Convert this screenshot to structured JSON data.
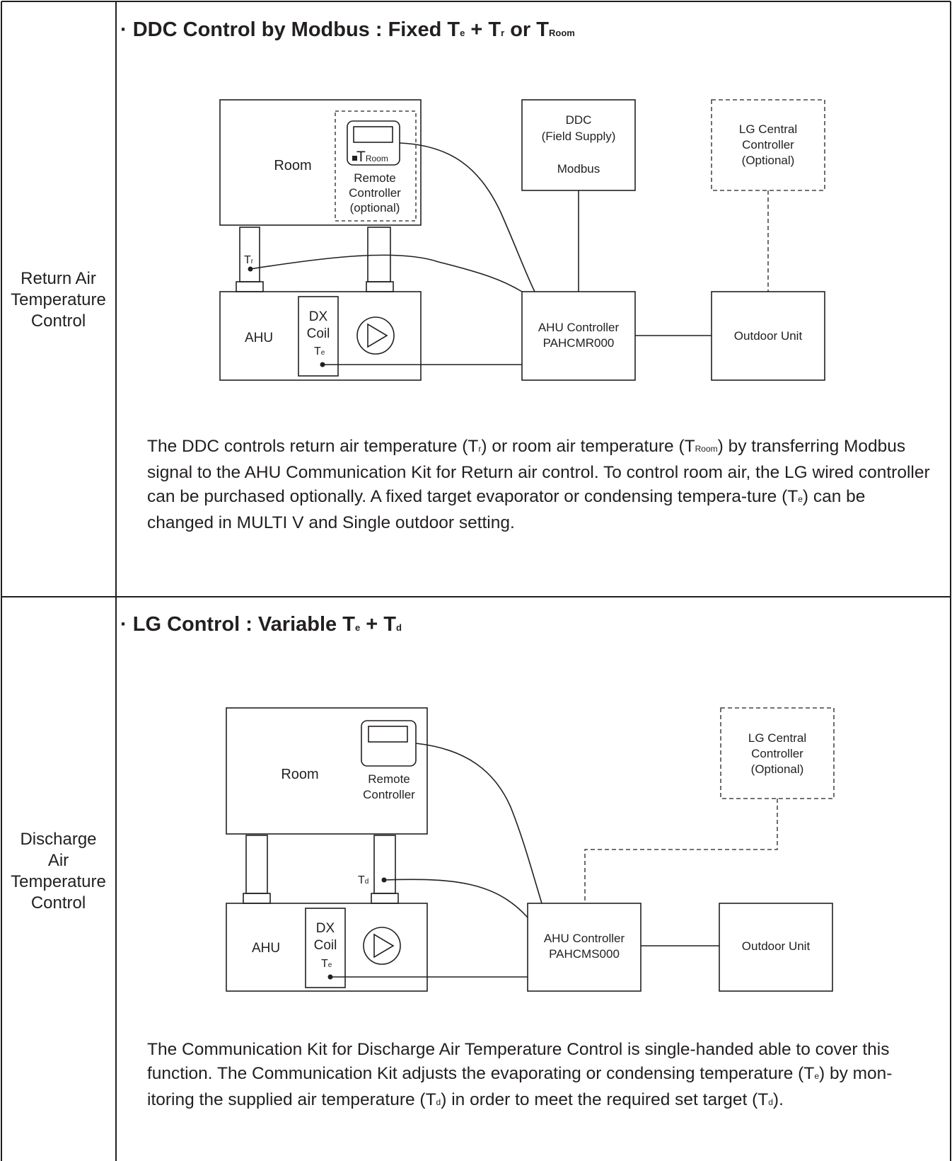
{
  "sections": [
    {
      "label_lines": [
        "Return Air",
        "Temperature",
        "Control"
      ],
      "heading": {
        "bullet": "·",
        "text": "DDC Control  by Modbus : Fixed T",
        "sub1": "e",
        "plus": " + T",
        "sub2": "r",
        "or": " or T",
        "sub3": "Room"
      },
      "diagram": {
        "room": "Room",
        "remote_lines": [
          "Remote",
          "Controller",
          "(optional)"
        ],
        "t_room": "T",
        "t_room_sub": "Room",
        "ddc_lines": [
          "DDC",
          "(Field Supply)",
          "",
          "Modbus"
        ],
        "central_lines": [
          "LG Central",
          "Controller",
          "(Optional)"
        ],
        "tr": "T",
        "tr_sub": "r",
        "ahu": "AHU",
        "coil_lines": [
          "DX",
          "Coil"
        ],
        "te": "T",
        "te_sub": "e",
        "controller_lines": [
          "AHU Controller",
          "PAHCMR000"
        ],
        "outdoor": "Outdoor Unit"
      },
      "paragraph": {
        "p1": "The DDC controls return air temperature (T",
        "s1": "r",
        "p2": ") or room air temperature (T",
        "s2": "Room",
        "p3": ") by transferring Modbus signal to the AHU Communication Kit for Return air control. To control room air, the LG wired controller can be purchased optionally. A fixed target evaporator or condensing tempera-ture (T",
        "s3": "e",
        "p4": ") can be changed in MULTI V and Single outdoor setting."
      }
    },
    {
      "label_lines": [
        "Discharge",
        "Air",
        "Temperature",
        "Control"
      ],
      "heading": {
        "bullet": "·",
        "text": "LG Control : Variable T",
        "sub1": "e",
        "plus": " + T",
        "sub2": "d"
      },
      "diagram": {
        "room": "Room",
        "remote_lines": [
          "Remote",
          "Controller"
        ],
        "central_lines": [
          "LG Central",
          "Controller",
          "(Optional)"
        ],
        "td": "T",
        "td_sub": "d",
        "ahu": "AHU",
        "coil_lines": [
          "DX",
          "Coil"
        ],
        "te": "T",
        "te_sub": "e",
        "controller_lines": [
          "AHU Controller",
          "PAHCMS000"
        ],
        "outdoor": "Outdoor Unit"
      },
      "paragraph": {
        "p1": "The Communication Kit for Discharge Air Temperature Control is single-handed able to cover this function. The Communication Kit adjusts the evaporating or condensing temperature (T",
        "s1": "e",
        "p2": ") by mon-itoring the supplied air temperature (T",
        "s2": "d",
        "p3": ") in order to meet the required set target (T",
        "s3": "d",
        "p4": ")."
      }
    }
  ]
}
